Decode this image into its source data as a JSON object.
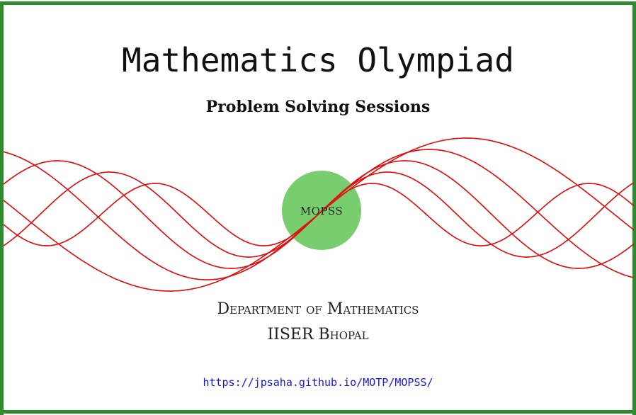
{
  "title": "Mathematics Olympiad",
  "subtitle": "Problem Solving Sessions",
  "badge": {
    "label": "MOPSS",
    "color": "#78cd6e"
  },
  "department": "Department of Mathematics",
  "institute": "IISER Bhopal",
  "link": {
    "text": "https://jpsaha.github.io/MOTP/MOPSS/",
    "color": "#1515e6"
  },
  "colors": {
    "border": "#2e8b2e",
    "waves": "#e01010"
  }
}
